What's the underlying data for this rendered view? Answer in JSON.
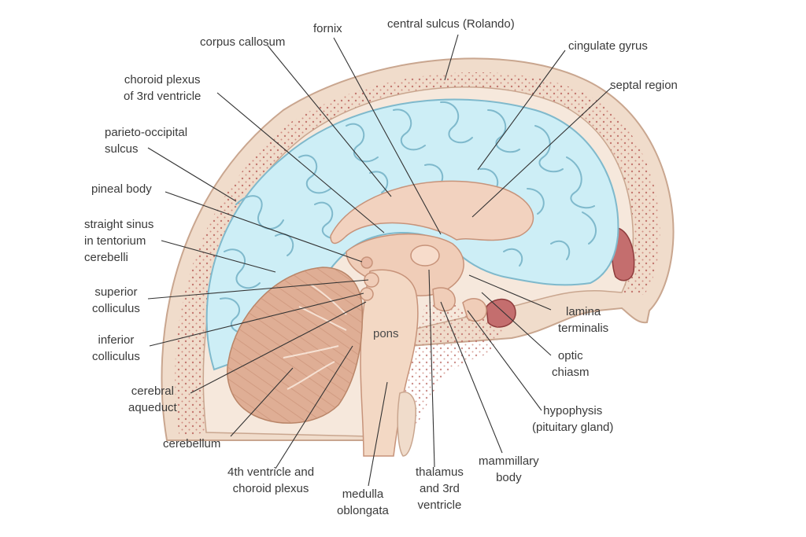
{
  "labels": {
    "fornix": "fornix",
    "central_sulcus": "central sulcus (Rolando)",
    "corpus_callosum": "corpus callosum",
    "cingulate_gyrus": "cingulate gyrus",
    "choroid_plexus_3rd": [
      "choroid plexus",
      "of 3rd ventricle"
    ],
    "septal_region": "septal region",
    "parieto_occipital": [
      "parieto-occipital",
      "sulcus"
    ],
    "pineal_body": "pineal body",
    "straight_sinus": [
      "straight sinus",
      "in tentorium",
      "cerebelli"
    ],
    "superior_colliculus": [
      "superior",
      "colliculus"
    ],
    "inferior_colliculus": [
      "inferior",
      "colliculus"
    ],
    "cerebral_aqueduct": [
      "cerebral",
      "aqueduct"
    ],
    "cerebellum": "cerebellum",
    "fourth_ventricle": [
      "4th ventricle and",
      "choroid plexus"
    ],
    "medulla": [
      "medulla",
      "oblongata"
    ],
    "thalamus": [
      "thalamus",
      "and 3rd",
      "ventricle"
    ],
    "mammillary": [
      "mammillary",
      "body"
    ],
    "hypophysis": [
      "hypophysis",
      "(pituitary gland)"
    ],
    "optic_chiasm": [
      "optic",
      "chiasm"
    ],
    "lamina_terminalis": [
      "lamina",
      "terminalis"
    ],
    "pons": "pons"
  },
  "colors": {
    "cortex": "#cdeef6",
    "cortex_outline": "#7fb9cc",
    "skull": "#f0dccb",
    "skull_dots": "#b8605a",
    "diencephalon": "#f0cdb8",
    "brainstem": "#f3d8c4",
    "cerebellum": "#dfae95",
    "leader_line": "#333333",
    "text": "#3a3a3a"
  }
}
